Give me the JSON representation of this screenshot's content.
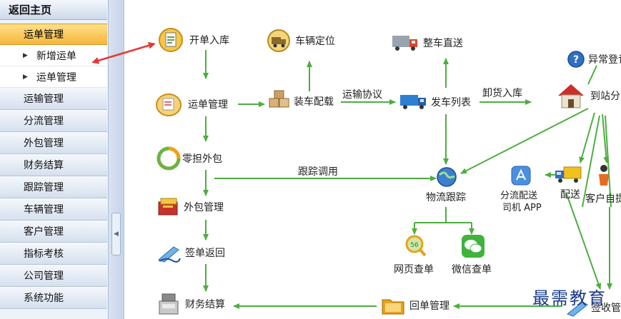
{
  "sidebar": {
    "home": "返回主页",
    "active_section": "运单管理",
    "sub_items": [
      "新增运单",
      "运单管理"
    ],
    "menu": [
      "运输管理",
      "分流管理",
      "外包管理",
      "财务结算",
      "跟踪管理",
      "车辆管理",
      "客户管理",
      "指标考核",
      "公司管理",
      "系统功能"
    ]
  },
  "flow": {
    "open_order": "开单入库",
    "vehicle_locate": "车辆定位",
    "direct_delivery": "整车直送",
    "exception_reg": "异常登记",
    "waybill_mgmt": "运单管理",
    "load_match": "装车配载",
    "transport_agreement": "运输协议",
    "dispatch_list": "发车列表",
    "unload_store": "卸货入库",
    "arrival_dist": "到站分",
    "ltl_outsource": "零担外包",
    "tracking_dispatch": "跟踪调用",
    "logistics_tracking": "物流跟踪",
    "driver_app_line1": "分流配送",
    "driver_app_line2": "司机 APP",
    "delivery": "配送",
    "customer_pickup": "客户自提",
    "outsource_mgmt": "外包管理",
    "web_query": "网页查单",
    "wechat_query": "微信查单",
    "sign_return": "签单返回",
    "finance": "财务结算",
    "receipt_mgmt": "回单管理",
    "sign_mgmt": "签收管"
  },
  "watermark": "最需教育",
  "colors": {
    "arrow_green": "#4cae3e",
    "callout_red": "#e53935",
    "active_menu": "#f5b63c"
  }
}
